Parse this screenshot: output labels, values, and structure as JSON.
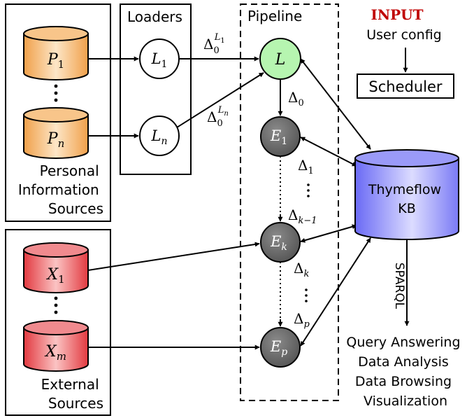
{
  "personal_sources": {
    "caption_line1": "Personal",
    "caption_line2": "Information",
    "caption_line3": "Sources",
    "items": [
      {
        "base": "P",
        "sub": "1"
      },
      {
        "base": "P",
        "sub": "n"
      }
    ]
  },
  "external_sources": {
    "caption_line1": "External",
    "caption_line2": "Sources",
    "items": [
      {
        "base": "X",
        "sub": "1"
      },
      {
        "base": "X",
        "sub": "m"
      }
    ]
  },
  "loaders": {
    "title": "Loaders",
    "items": [
      {
        "base": "L",
        "sub": "1"
      },
      {
        "base": "L",
        "sub": "n"
      }
    ]
  },
  "pipeline": {
    "title": "Pipeline",
    "head_node": "L",
    "nodes": [
      {
        "base": "E",
        "sub": "1"
      },
      {
        "base": "E",
        "sub": "k"
      },
      {
        "base": "E",
        "sub": "p"
      }
    ]
  },
  "deltas": {
    "symbol": "Δ",
    "loader1": {
      "sub": "0",
      "sup_base": "L",
      "sup_sub": "1"
    },
    "loadern": {
      "sub": "0",
      "sup_base": "L",
      "sup_sub": "n"
    },
    "d0": "0",
    "d1": "1",
    "dk1": "k−1",
    "dk": "k",
    "dp": "p"
  },
  "input": {
    "title": "INPUT",
    "subtitle": "User config"
  },
  "scheduler": {
    "label": "Scheduler"
  },
  "kb": {
    "line1": "Thymeflow",
    "line2": "KB"
  },
  "sparql_label": "SPARQL",
  "outputs": {
    "line1": "Query Answering",
    "line2": "Data Analysis",
    "line3": "Data Browsing",
    "line4": "Visualization"
  },
  "colors": {
    "personal_source": "#f5a54a",
    "external_source": "#e8434a",
    "head_node": "#b6f5b0",
    "enricher_node": "#6b6b6b",
    "kb": "#6f6ff5",
    "input_title": "#c00000"
  }
}
